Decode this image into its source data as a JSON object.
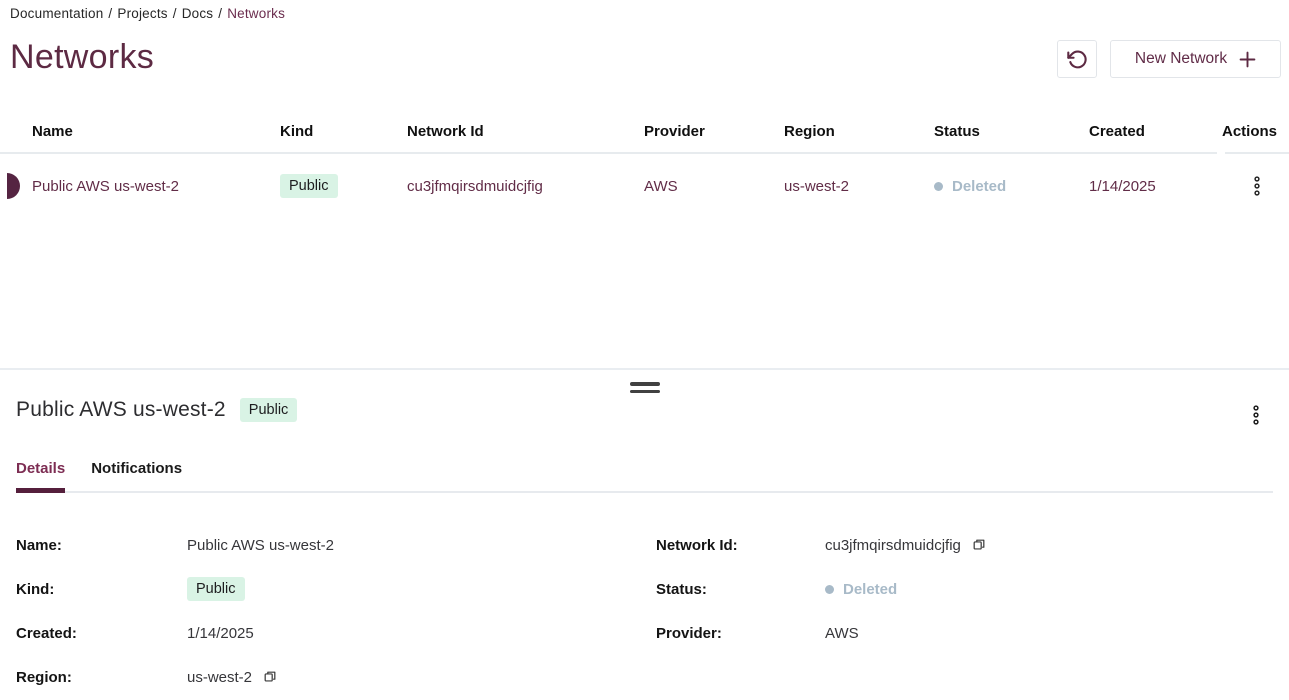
{
  "breadcrumb": {
    "separator": "/",
    "items": [
      {
        "label": "Documentation"
      },
      {
        "label": "Projects"
      },
      {
        "label": "Docs"
      },
      {
        "label": "Networks"
      }
    ]
  },
  "header": {
    "title": "Networks",
    "refresh_icon": "rotate-ccw-icon",
    "new_network_label": "New Network",
    "plus_icon": "plus-icon"
  },
  "table": {
    "columns": [
      "Name",
      "Kind",
      "Network Id",
      "Provider",
      "Region",
      "Status",
      "Created",
      "Actions"
    ],
    "rows": [
      {
        "name": "Public AWS us-west-2",
        "kind": "Public",
        "network_id": "cu3jfmqirsdmuidcjfig",
        "provider": "AWS",
        "region": "us-west-2",
        "status": "Deleted",
        "created": "1/14/2025"
      }
    ]
  },
  "drawer": {
    "title": "Public AWS us-west-2",
    "badge": "Public",
    "tabs": [
      {
        "label": "Details",
        "active": true
      },
      {
        "label": "Notifications",
        "active": false
      }
    ],
    "details": {
      "left": [
        {
          "label": "Name:",
          "value": "Public AWS us-west-2"
        },
        {
          "label": "Kind:",
          "value": "Public"
        },
        {
          "label": "Created:",
          "value": "1/14/2025"
        },
        {
          "label": "Region:",
          "value": "us-west-2"
        }
      ],
      "right": [
        {
          "label": "Network Id:",
          "value": "cu3jfmqirsdmuidcjfig"
        },
        {
          "label": "Status:",
          "value": "Deleted"
        },
        {
          "label": "Provider:",
          "value": "AWS"
        }
      ]
    }
  },
  "colors": {
    "accent_maroon": "#5d2a43",
    "row_link": "#612c47",
    "badge_bg": "#d9f3e5",
    "badge_text": "#1d1d1f",
    "status_deleted": "#a8bac8",
    "border_light": "#e7ebee",
    "tab_underline": "#551f3c"
  }
}
